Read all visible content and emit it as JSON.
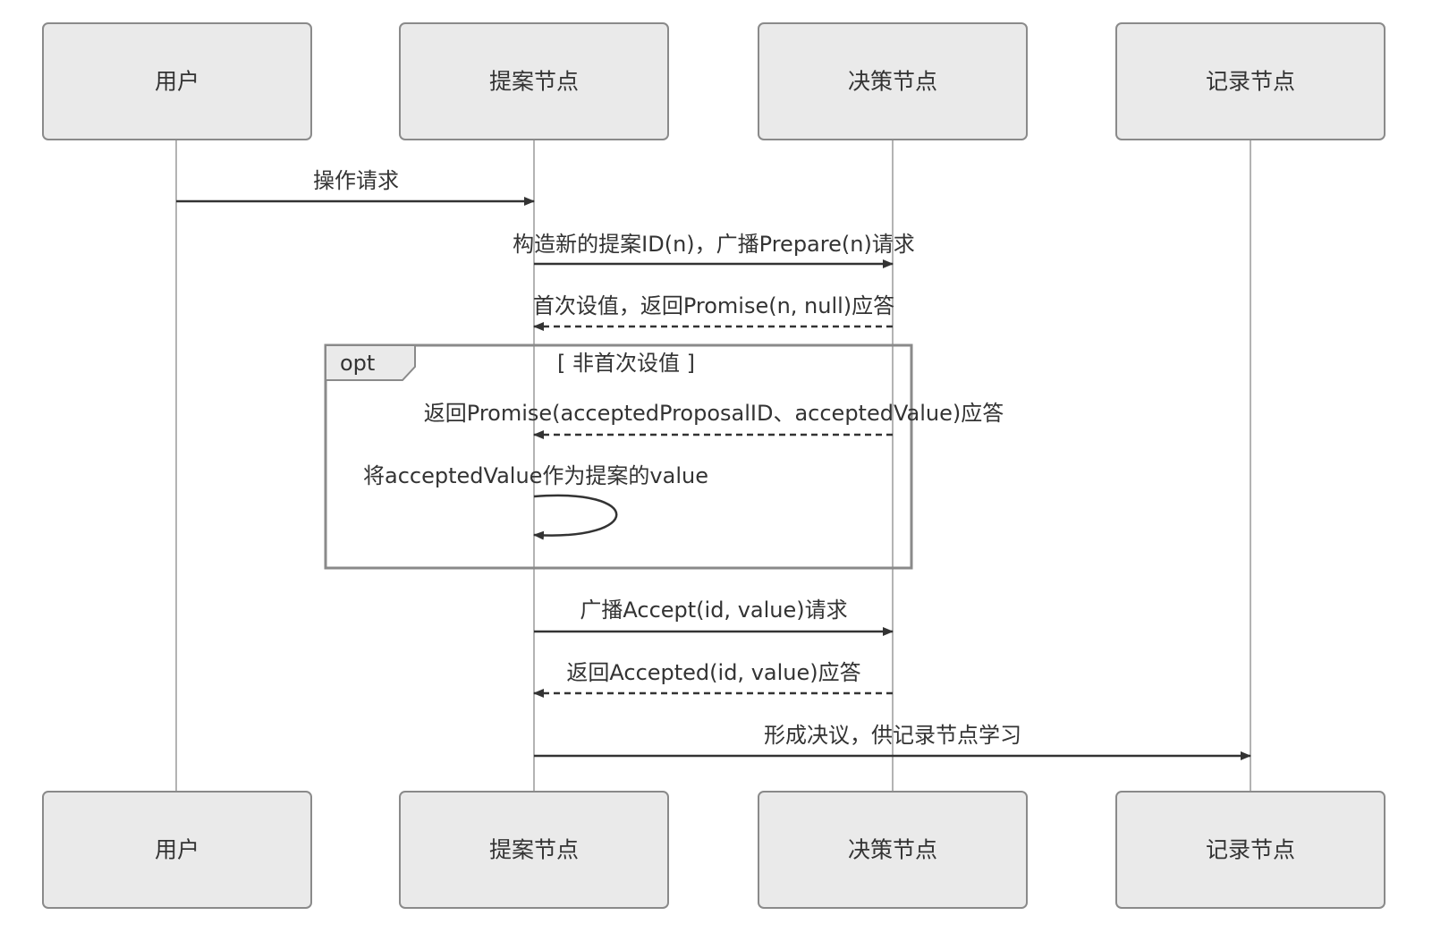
{
  "participants": [
    "用户",
    "提案节点",
    "决策节点",
    "记录节点"
  ],
  "messages": [
    {
      "from": "用户",
      "to": "提案节点",
      "text": "操作请求",
      "style": "solid"
    },
    {
      "from": "提案节点",
      "to": "决策节点",
      "text": "构造新的提案ID(n)，广播Prepare(n)请求",
      "style": "solid"
    },
    {
      "from": "决策节点",
      "to": "提案节点",
      "text": "首次设值，返回Promise(n, null)应答",
      "style": "dashed"
    },
    {
      "from": "决策节点",
      "to": "提案节点",
      "text": "返回Promise(acceptedProposalID、acceptedValue)应答",
      "style": "dashed"
    },
    {
      "from": "提案节点",
      "to": "提案节点",
      "text": "将acceptedValue作为提案的value",
      "style": "self"
    },
    {
      "from": "提案节点",
      "to": "决策节点",
      "text": "广播Accept(id, value)请求",
      "style": "solid"
    },
    {
      "from": "决策节点",
      "to": "提案节点",
      "text": "返回Accepted(id, value)应答",
      "style": "dashed"
    },
    {
      "from": "提案节点",
      "to": "记录节点",
      "text": "形成决议，供记录节点学习",
      "style": "solid"
    }
  ],
  "opt_block": {
    "label": "opt",
    "condition": "[ 非首次设值 ]"
  }
}
